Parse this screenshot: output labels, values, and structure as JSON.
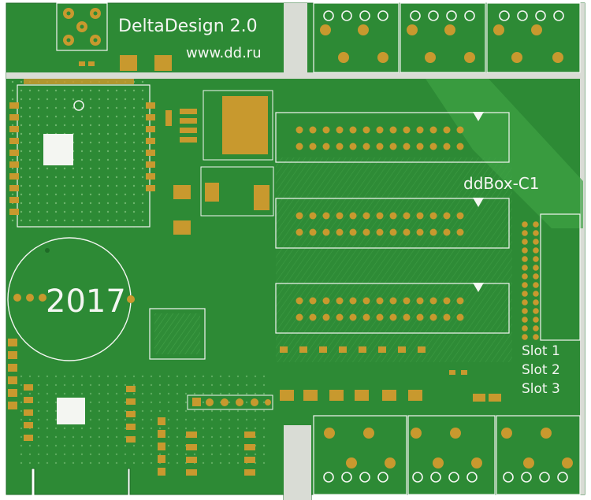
{
  "board": {
    "title_line1": "DeltaDesign 2.0",
    "title_line2": "www.dd.ru",
    "module_label": "ddBox-C1",
    "year": "2017",
    "slots": [
      "Slot 1",
      "Slot 2",
      "Slot 3"
    ]
  },
  "colors": {
    "background": "#ffffff",
    "solder_mask": "#2d8a35",
    "copper_under_mask": "#3ea345",
    "silkscreen": "#f4f6f2",
    "gold_pad": "#c8992e",
    "bare_substrate": "#d9dcd5"
  }
}
